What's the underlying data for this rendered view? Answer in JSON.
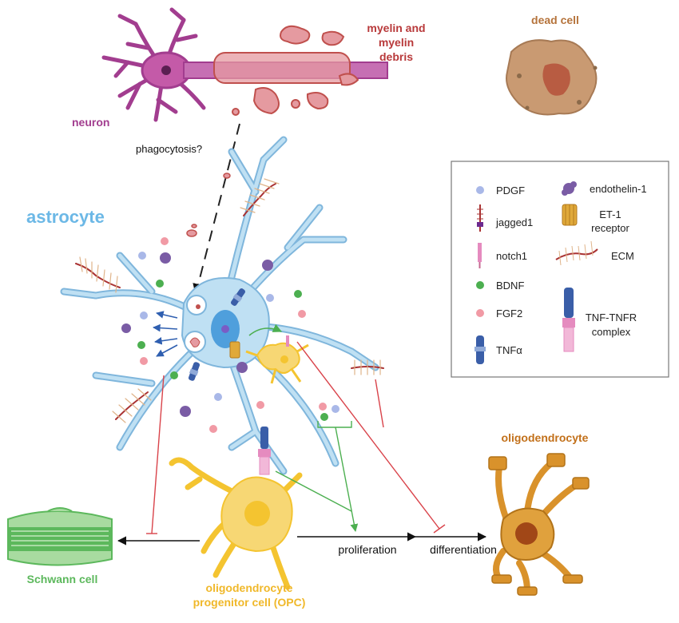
{
  "labels": {
    "neuron": "neuron",
    "myelin_line1": "myelin and",
    "myelin_line2": "myelin",
    "myelin_line3": "debris",
    "dead_cell": "dead cell",
    "phagocytosis": "phagocytosis?",
    "astrocyte": "astrocyte",
    "oligodendrocyte": "oligodendrocyte",
    "schwann_cell": "Schwann cell",
    "opc_line1": "oligodendrocyte",
    "opc_line2": "progenitor cell (OPC)",
    "proliferation": "proliferation",
    "differentiation": "differentiation"
  },
  "legend": {
    "pdgf": "PDGF",
    "jagged1": "jagged1",
    "notch1": "notch1",
    "bdnf": "BDNF",
    "fgf2": "FGF2",
    "tnfa": "TNFα",
    "endothelin1": "endothelin-1",
    "et1_receptor_line1": "ET-1",
    "et1_receptor_line2": "receptor",
    "ecm": "ECM",
    "tnf_tnfr_line1": "TNF-TNFR",
    "tnf_tnfr_line2": "complex"
  },
  "colors": {
    "neuron": "#a23d8f",
    "myelin": "#c0504d",
    "astrocyte_fill": "#bfe0f3",
    "astrocyte_stroke": "#7fb6dc",
    "astrocyte_label": "#6cb8e6",
    "nucleus": "#4f9fdc",
    "opc": "#f4c430",
    "oligodendrocyte": "#d9922b",
    "schwann": "#5cb85c",
    "pdgf": "#a9b8e8",
    "bdnf": "#4caf50",
    "fgf2": "#f19aa5",
    "endothelin": "#7a5ca5",
    "tnf_blue": "#3a5ea8",
    "tnfr_pink": "#e58bbf",
    "inhibit": "#d9434a",
    "promote": "#4caf50",
    "dead_cell": "#b8865e"
  }
}
